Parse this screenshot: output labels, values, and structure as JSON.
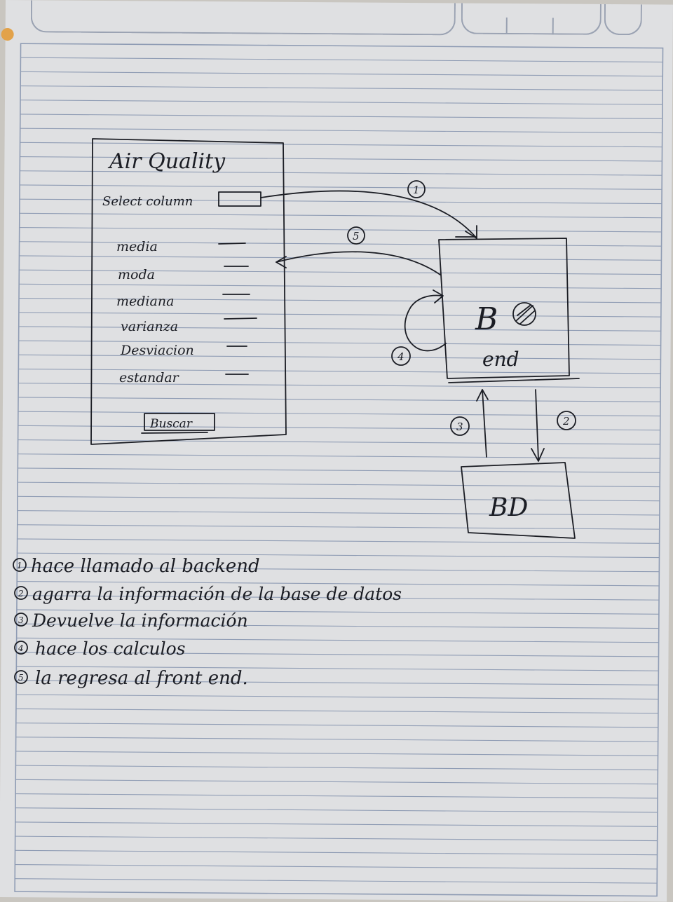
{
  "frontend": {
    "title": "Air Quality",
    "select_label": "Select column",
    "stats": [
      "media",
      "moda",
      "mediana",
      "varianza",
      "Desviacion",
      "estandar"
    ],
    "button_label": "Buscar"
  },
  "backend": {
    "line1": "B",
    "line2": "end"
  },
  "database": {
    "label": "BD"
  },
  "step_numbers": {
    "one": "1",
    "two": "2",
    "three": "3",
    "four": "4",
    "five": "5"
  },
  "notes": [
    {
      "num": "1",
      "text": "hace llamado al backend"
    },
    {
      "num": "2",
      "text": "agarra la información de la base de datos"
    },
    {
      "num": "3",
      "text": "Devuelve la información"
    },
    {
      "num": "4",
      "text": "hace los calculos"
    },
    {
      "num": "5",
      "text": "la regresa al front end."
    }
  ],
  "colors": {
    "paper": "#dfe0e2",
    "rule": "#8f9cb4",
    "ink": "#1b1d24"
  }
}
